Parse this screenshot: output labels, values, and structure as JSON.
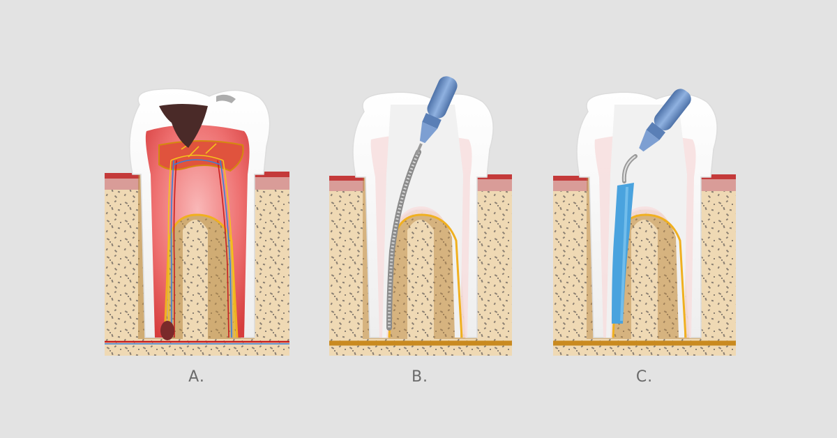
{
  "panels": [
    {
      "label": "A."
    },
    {
      "label": "B."
    },
    {
      "label": "C."
    }
  ],
  "colors": {
    "background": "#e3e3e3",
    "bone": "#efd9b4",
    "gum": "#d99c98",
    "enamel": "#ffffff",
    "infected_pulp": "#e85a5a",
    "healthy_pulp": "#f7dede",
    "root_outline": "#f0b020",
    "instrument": "#6f93c7",
    "filling": "#4aa3de",
    "decay": "#4a2a28"
  },
  "icons": [
    "root-canal-file-icon",
    "filling-instrument-icon"
  ]
}
